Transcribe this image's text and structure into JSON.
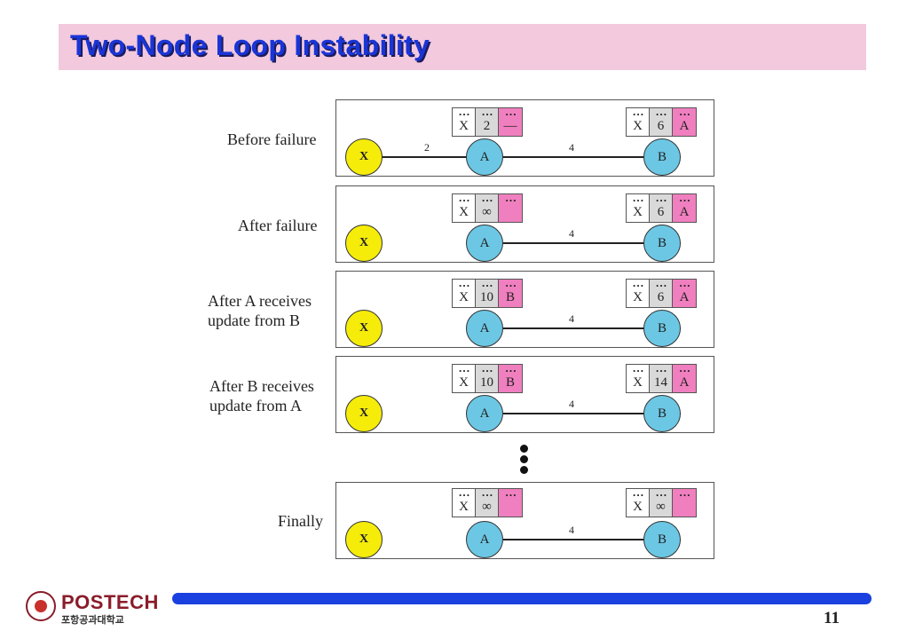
{
  "title": "Two-Node Loop Instability",
  "page_number": "11",
  "logo": {
    "name": "POSTECH",
    "korean": "포항공과대학교"
  },
  "dots": "…",
  "nodes": {
    "x": "X",
    "a": "A",
    "b": "B"
  },
  "stages": [
    {
      "label_lines": [
        "Before failure"
      ],
      "link_xa_weight": "2",
      "link_ab_weight": "4",
      "table_a": {
        "dest": "X",
        "cost": "2",
        "next": "—"
      },
      "table_b": {
        "dest": "X",
        "cost": "6",
        "next": "A"
      }
    },
    {
      "label_lines": [
        "After failure"
      ],
      "link_xa_weight": "",
      "link_ab_weight": "4",
      "table_a": {
        "dest": "X",
        "cost": "∞",
        "next": ""
      },
      "table_b": {
        "dest": "X",
        "cost": "6",
        "next": "A"
      }
    },
    {
      "label_lines": [
        "After A receives",
        "update from B"
      ],
      "link_xa_weight": "",
      "link_ab_weight": "4",
      "table_a": {
        "dest": "X",
        "cost": "10",
        "next": "B"
      },
      "table_b": {
        "dest": "X",
        "cost": "6",
        "next": "A"
      }
    },
    {
      "label_lines": [
        "After B receives",
        "update from A"
      ],
      "link_xa_weight": "",
      "link_ab_weight": "4",
      "table_a": {
        "dest": "X",
        "cost": "10",
        "next": "B"
      },
      "table_b": {
        "dest": "X",
        "cost": "14",
        "next": "A"
      }
    },
    {
      "label_lines": [
        "Finally"
      ],
      "link_xa_weight": "",
      "link_ab_weight": "4",
      "table_a": {
        "dest": "X",
        "cost": "∞",
        "next": ""
      },
      "table_b": {
        "dest": "X",
        "cost": "∞",
        "next": ""
      }
    }
  ]
}
